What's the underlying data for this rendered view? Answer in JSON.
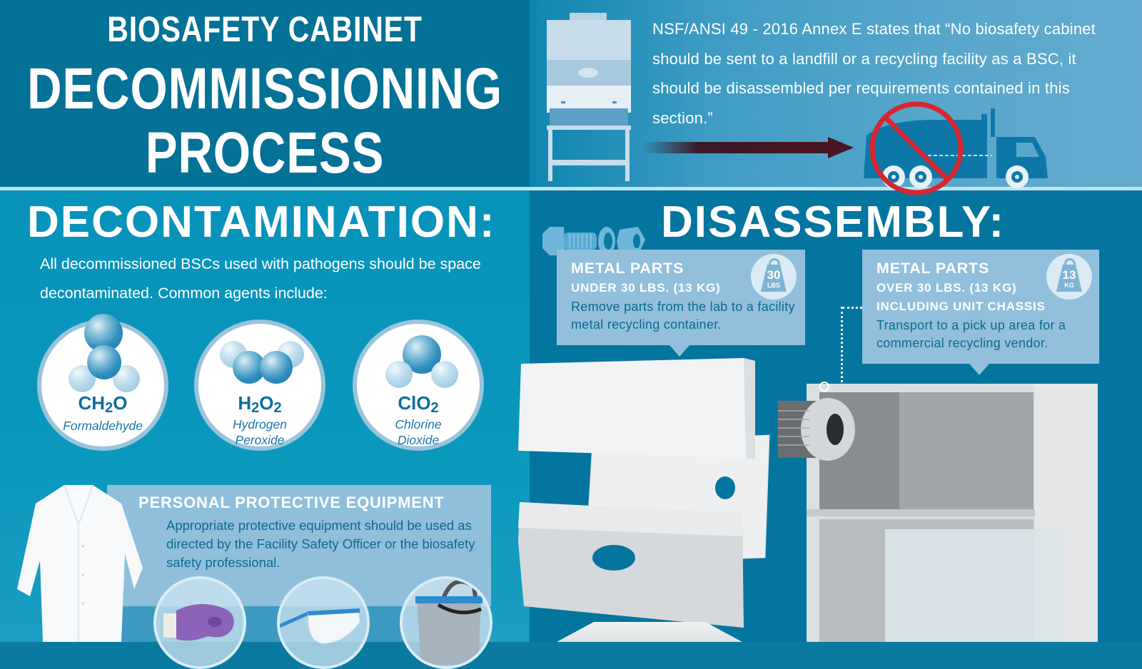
{
  "header": {
    "title_line1": "BIOSAFETY CABINET",
    "title_line2": "DECOMMISSIONING",
    "title_line3": "PROCESS",
    "quote": "NSF/ANSI 49 - 2016 Annex E states that “No biosafety cabinet should be sent to a landfill or a recycling facility as a BSC, it should be disassembled per requirements contained in this section.”",
    "icons": [
      "biosafety-cabinet-icon",
      "arrow-right-icon",
      "no-garbage-truck-icon"
    ]
  },
  "decontamination": {
    "heading": "DECONTAMINATION:",
    "intro": "All decommissioned BSCs used with pathogens should be space decontaminated. Common agents include:",
    "agents": [
      {
        "formula_main": "CH",
        "formula_sub": "2",
        "formula_end": "O",
        "name_line1": "Formaldehyde",
        "name_line2": ""
      },
      {
        "formula_main": "H",
        "formula_sub": "2",
        "formula_end": "O",
        "formula_sub2": "2",
        "name_line1": "Hydrogen",
        "name_line2": "Peroxide"
      },
      {
        "formula_main": "ClO",
        "formula_sub": "2",
        "formula_end": "",
        "name_line1": "Chlorine",
        "name_line2": "Dioxide"
      }
    ]
  },
  "ppe": {
    "heading": "PERSONAL PROTECTIVE EQUIPMENT",
    "text": "Appropriate protective equipment should be used as directed by the Facility Safety Officer or the biosafety safety professional.",
    "items": [
      "lab-coat-icon",
      "glove-icon",
      "safety-glasses-icon",
      "face-shield-icon"
    ]
  },
  "disassembly": {
    "heading": "DISASSEMBLY:",
    "callouts": [
      {
        "title": "METAL PARTS",
        "sub1": "UNDER 30 LBS. (13 KG)",
        "sub2": "",
        "body": "Remove parts from the lab to a facility metal recycling container.",
        "weight_num": "30",
        "weight_unit": "LBS"
      },
      {
        "title": "METAL PARTS",
        "sub1": "OVER 30 LBS. (13 KG)",
        "sub2": "INCLUDING UNIT CHASSIS",
        "body": "Transport to a pick up area for a commercial recycling vendor.",
        "weight_num": "13",
        "weight_unit": "KG"
      }
    ]
  },
  "colors": {
    "header_blue": "#047196",
    "section_blue": "#0792ba",
    "dark_blue": "#03759e",
    "callout_blue": "#92bfdb",
    "body_text_blue": "#0b6b93",
    "prohibition_red": "#d8262f"
  }
}
